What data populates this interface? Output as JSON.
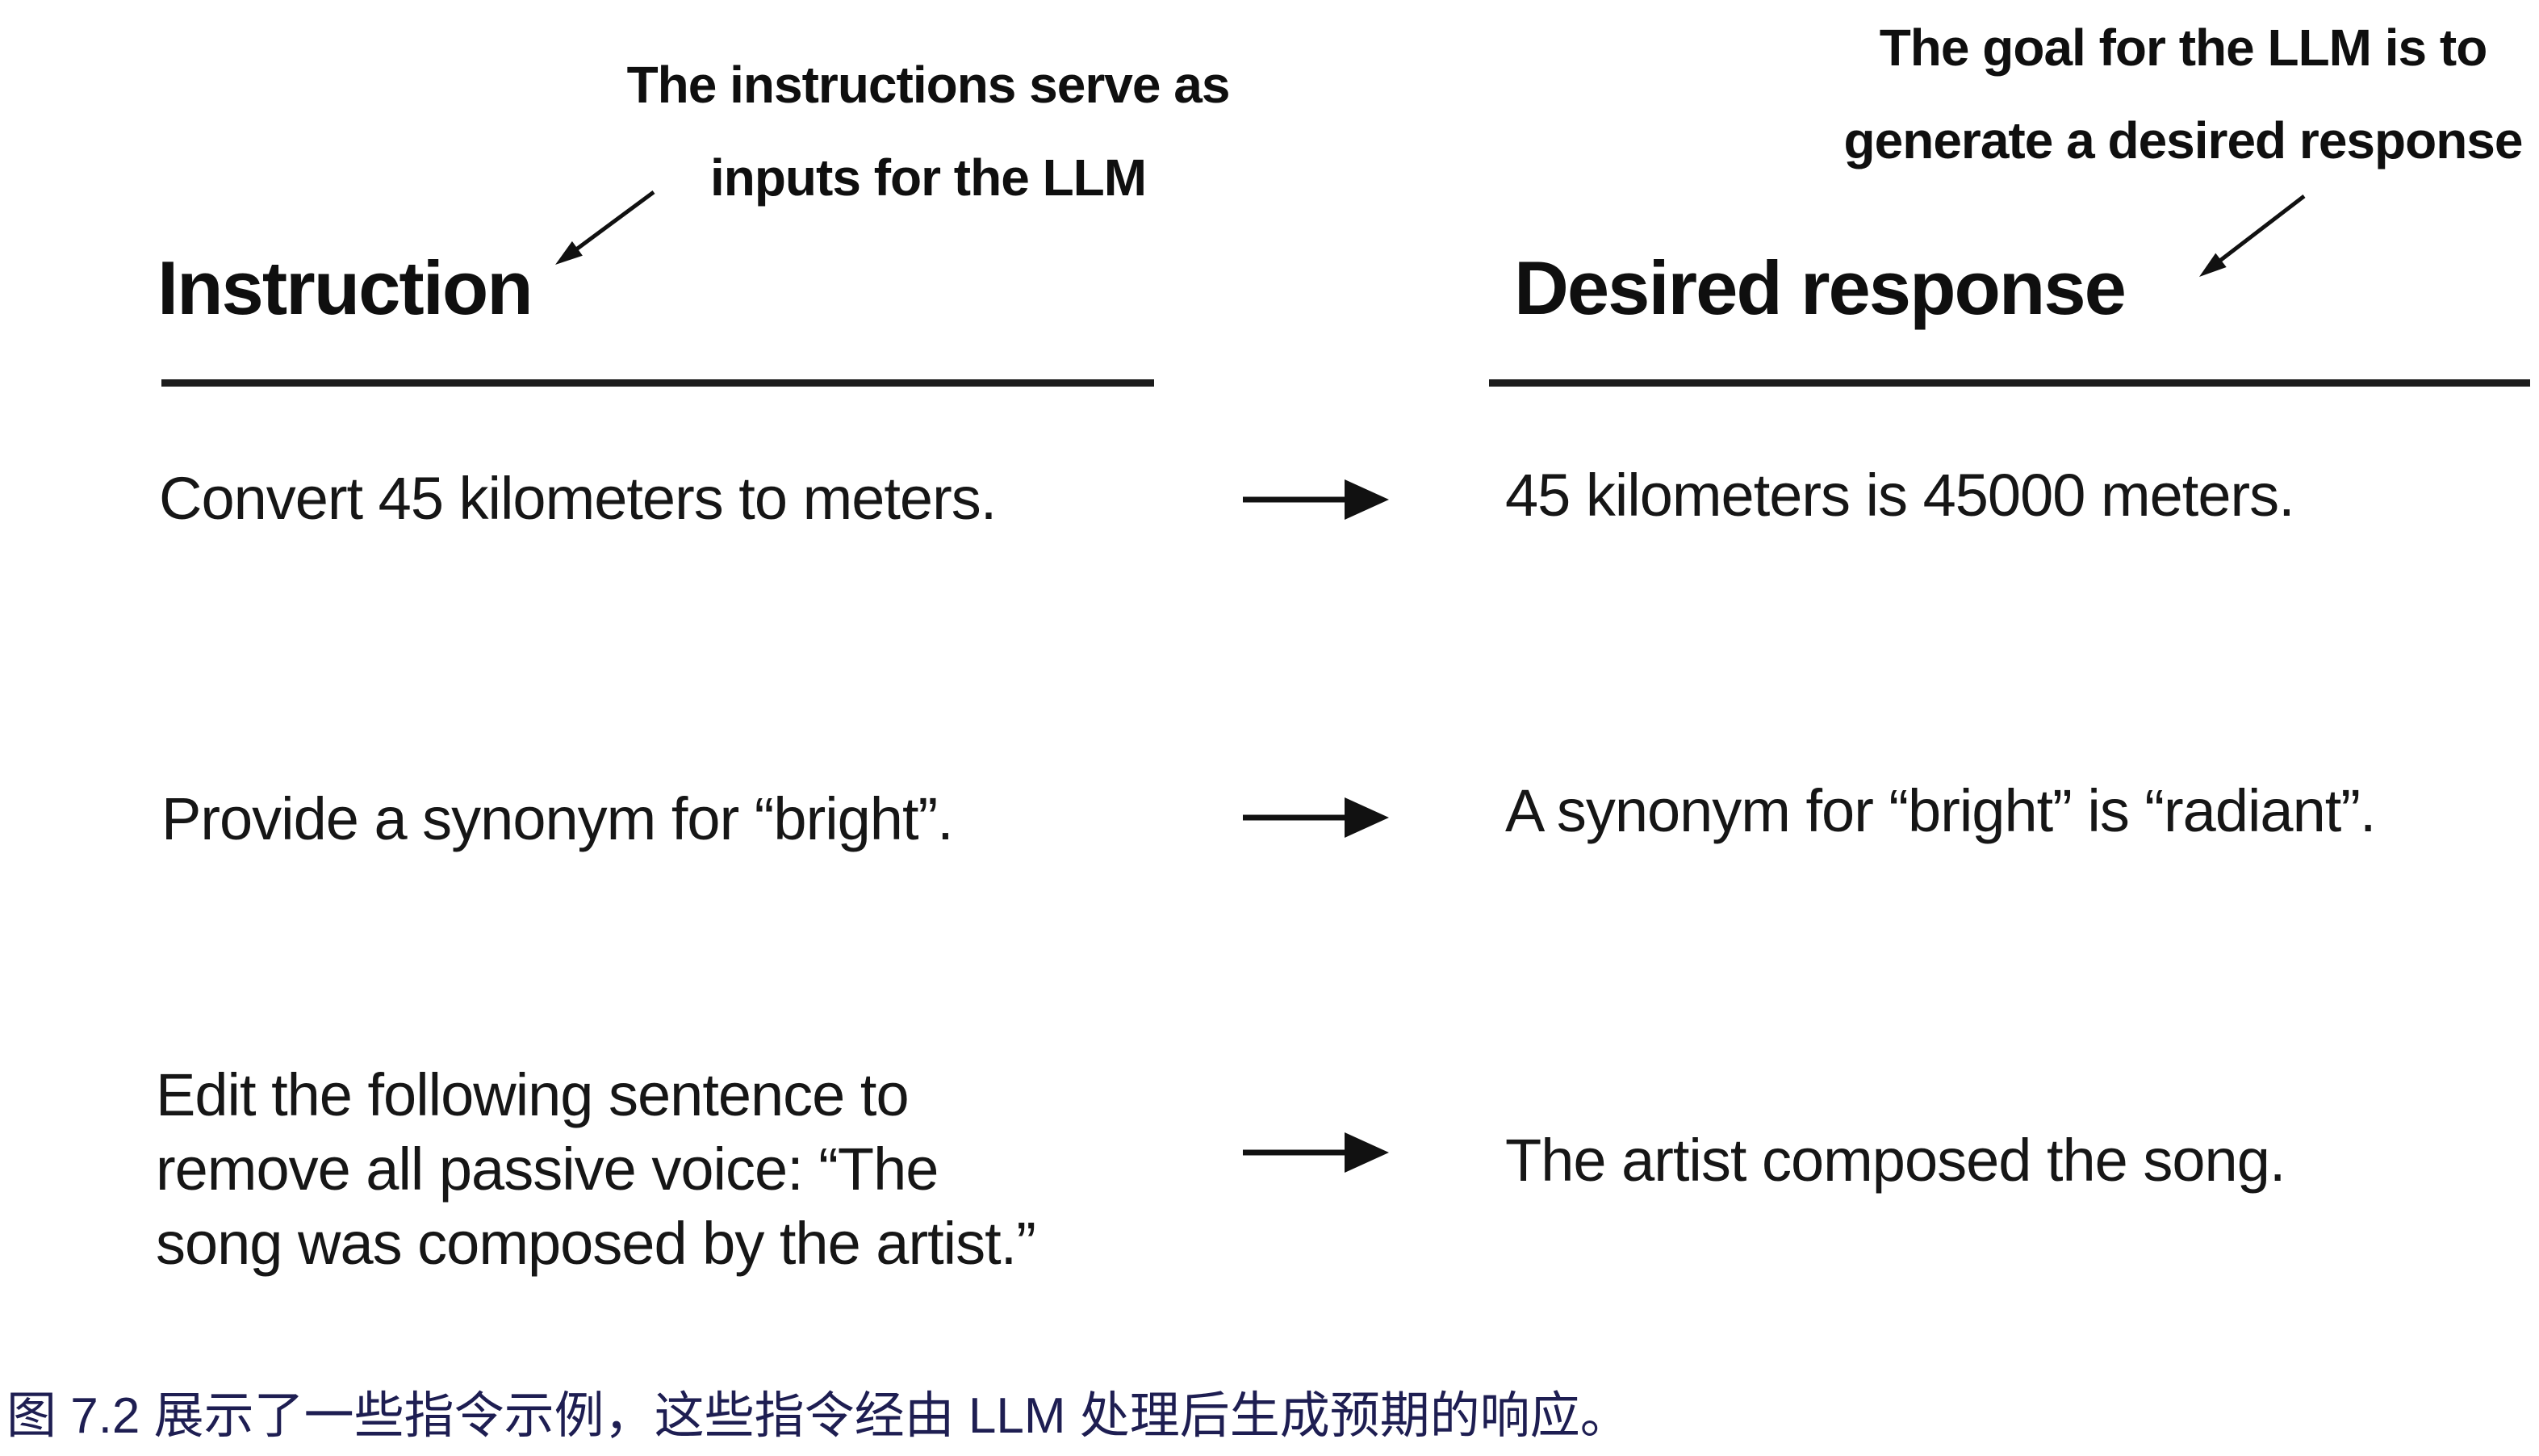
{
  "figure": {
    "annotation_left": {
      "line1": "The instructions serve as",
      "line2": "inputs for the LLM"
    },
    "annotation_right": {
      "line1": "The goal for the LLM is to",
      "line2": "generate a desired response"
    },
    "left_header": "Instruction",
    "right_header": "Desired response",
    "rows": [
      {
        "instruction": "Convert 45 kilometers to meters.",
        "response": "45 kilometers is 45000 meters."
      },
      {
        "instruction": "Provide a synonym for “bright”.",
        "response": "A synonym for “bright” is “radiant”."
      },
      {
        "instruction": "Edit the following sentence to remove all passive voice: “The song was composed by the artist.”",
        "response": "The artist composed the song."
      }
    ],
    "caption": "图 7.2 展示了一些指令示例，这些指令经由 LLM 处理后生成预期的响应。"
  },
  "colors": {
    "text": "#141414",
    "caption": "#1e1e52",
    "arrow": "#111111"
  }
}
